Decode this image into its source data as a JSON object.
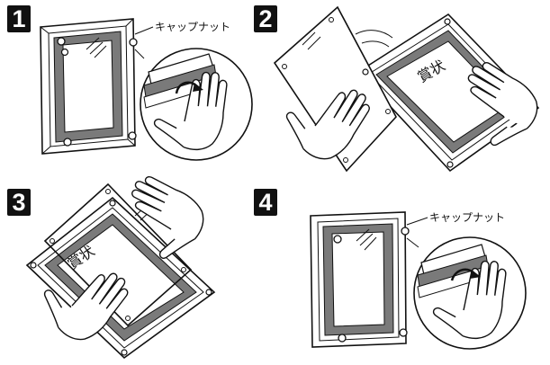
{
  "steps": [
    {
      "number": "1",
      "callout": "キャップナット"
    },
    {
      "number": "2",
      "certificate_text": "賞状"
    },
    {
      "number": "3",
      "certificate_text": "賞状"
    },
    {
      "number": "4",
      "callout": "キャップナット"
    }
  ],
  "icons": [
    "frame-icon",
    "acrylic-plate-icon",
    "hand-icon",
    "rotate-arrow-icon",
    "cap-nut-icon"
  ],
  "colors": {
    "ink": "#111111",
    "mat": "#7a7a7a",
    "paper": "#ffffff"
  }
}
